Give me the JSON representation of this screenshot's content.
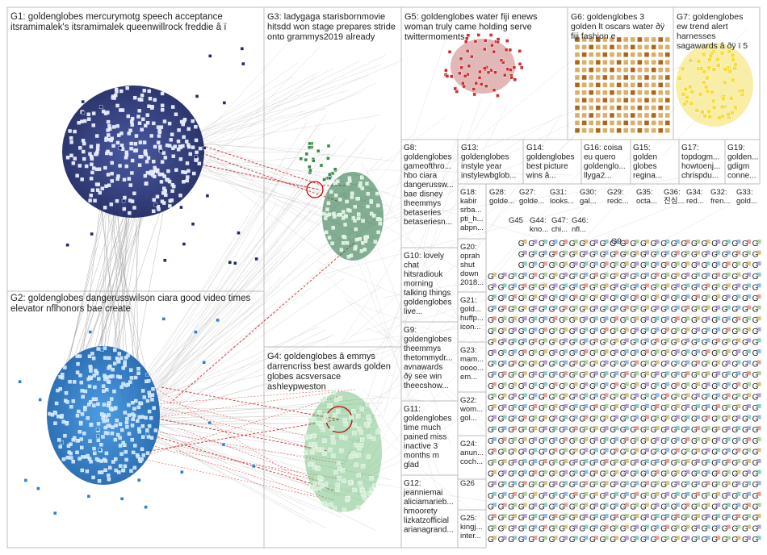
{
  "groups": [
    {
      "id": "G1",
      "lines": [
        "G1: goldenglobes mercurymotg speech acceptance",
        "itsramimalek's itsramimalek queenwillrock freddie â ï"
      ],
      "color": "#1d2a6b"
    },
    {
      "id": "G2",
      "lines": [
        "G2: goldenglobes dangerusswilson ciara good video times",
        "elevator nflhonors bae create"
      ],
      "color": "#2a7fd0"
    },
    {
      "id": "G3",
      "lines": [
        "G3: ladygaga starisbornmovie",
        "hitsdd won stage prepares stride",
        "onto grammys2019 already"
      ],
      "color": "#1e6b3a"
    },
    {
      "id": "G4",
      "lines": [
        "G4: goldenglobes â emmys",
        "darrencriss best awards golden",
        "globes acsversace",
        "ashleypweston"
      ],
      "color": "#2e9e3e"
    },
    {
      "id": "G5",
      "lines": [
        "G5: goldenglobes water fiji enews",
        "woman truly came holding serve",
        "twittermoments"
      ],
      "color": "#a01010"
    },
    {
      "id": "G6",
      "lines": [
        "G6: goldenglobes 3",
        "golden lt oscars water ðÿ",
        "fiji fashion e"
      ],
      "color": "#c07a10"
    },
    {
      "id": "G7",
      "lines": [
        "G7: goldenglobes",
        "ew trend alert",
        "harnesses",
        "sagawards â ðÿ ï 5"
      ],
      "color": "#e0c020"
    },
    {
      "id": "G8",
      "lines": [
        "G8:",
        "goldenglobes",
        "gameofthro...",
        "hbo ciara",
        "dangerussw...",
        "bae disney",
        "theemmys",
        "betaseries",
        "betaseriesn..."
      ]
    },
    {
      "id": "G13",
      "lines": [
        "G13:",
        "goldenglobes",
        "instyle year",
        "instylewbglob..."
      ]
    },
    {
      "id": "G14",
      "lines": [
        "G14:",
        "goldenglobes",
        "best picture",
        "wins â..."
      ]
    },
    {
      "id": "G16",
      "lines": [
        "G16: coisa",
        "eu quero",
        "goldenglo...",
        "llyga2..."
      ]
    },
    {
      "id": "G15",
      "lines": [
        "G15:",
        "golden",
        "globes",
        "regina..."
      ]
    },
    {
      "id": "G17",
      "lines": [
        "G17:",
        "topdogm...",
        "howtoenj...",
        "chrispdu..."
      ]
    },
    {
      "id": "G19",
      "lines": [
        "G19:",
        "golden...",
        "gdigm",
        "conne..."
      ]
    },
    {
      "id": "G18",
      "lines": [
        "G18:",
        "kabir",
        "srba...",
        "pti_h...",
        "abpn..."
      ]
    },
    {
      "id": "G28",
      "lines": [
        "G28:",
        "golde..."
      ]
    },
    {
      "id": "G27",
      "lines": [
        "G27:",
        "golde..."
      ]
    },
    {
      "id": "G31",
      "lines": [
        "G31:",
        "looks..."
      ]
    },
    {
      "id": "G30",
      "lines": [
        "G30:",
        "gal..."
      ]
    },
    {
      "id": "G29",
      "lines": [
        "G29:",
        "redc..."
      ]
    },
    {
      "id": "G35",
      "lines": [
        "G35:",
        "octa..."
      ]
    },
    {
      "id": "G36",
      "lines": [
        "G36:",
        "진심..."
      ]
    },
    {
      "id": "G34",
      "lines": [
        "G34:",
        "red..."
      ]
    },
    {
      "id": "G32",
      "lines": [
        "G32:",
        "fren..."
      ]
    },
    {
      "id": "G33",
      "lines": [
        "G33:",
        "gold..."
      ]
    },
    {
      "id": "G10",
      "lines": [
        "G10: lovely",
        "chat",
        "hitsradiouk",
        "morning",
        "talking things",
        "goldenglobes",
        "live..."
      ]
    },
    {
      "id": "G9",
      "lines": [
        "G9:",
        "goldenglobes",
        "theemmys",
        "thetommydr...",
        "avnawards",
        "ðÿ see win",
        "theecshow..."
      ]
    },
    {
      "id": "G11",
      "lines": [
        "G11:",
        "goldenglobes",
        "time much",
        "pained miss",
        "inactive 3",
        "months m",
        "glad"
      ]
    },
    {
      "id": "G12",
      "lines": [
        "G12:",
        "jeanniemai",
        "aliciamarieb...",
        "hmoorety",
        "lizkatzofficial",
        "arianagrand..."
      ]
    },
    {
      "id": "G20",
      "lines": [
        "G20:",
        "oprah",
        "shut",
        "down",
        "2018..."
      ]
    },
    {
      "id": "G21",
      "lines": [
        "G21:",
        "gold...",
        "huffp...",
        "icon..."
      ]
    },
    {
      "id": "G23",
      "lines": [
        "G23:",
        "mam...",
        "oooo...",
        "em..."
      ]
    },
    {
      "id": "G22",
      "lines": [
        "G22:",
        "wom...",
        "gol..."
      ]
    },
    {
      "id": "G24",
      "lines": [
        "G24:",
        "anun...",
        "coch..."
      ]
    },
    {
      "id": "G26",
      "lines": [
        "G26"
      ]
    },
    {
      "id": "G25",
      "lines": [
        "G25:",
        "kingj...",
        "inter..."
      ]
    },
    {
      "id": "G45",
      "lines": [
        "G45"
      ]
    },
    {
      "id": "G44",
      "lines": [
        "G44:",
        "kno..."
      ]
    },
    {
      "id": "G47",
      "lines": [
        "G47:",
        "chi..."
      ]
    },
    {
      "id": "G46",
      "lines": [
        "G46:",
        "nfl..."
      ]
    },
    {
      "id": "G9b",
      "lines": [
        "G9..."
      ]
    }
  ]
}
